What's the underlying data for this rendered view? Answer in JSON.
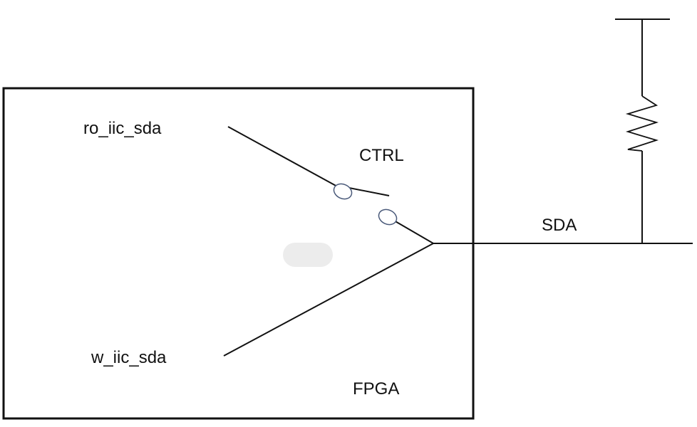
{
  "diagram": {
    "labels": {
      "ro_iic_sda": "ro_iic_sda",
      "ctrl": "CTRL",
      "sda": "SDA",
      "w_iic_sda": "w_iic_sda",
      "fpga": "FPGA"
    },
    "colors": {
      "line": "#111111",
      "switch_contact_fill": "#ffffff",
      "switch_contact_stroke": "#4a5a7a",
      "blob": "#ececec"
    },
    "icons": [
      "resistor-icon",
      "switch-contact-icon"
    ]
  }
}
